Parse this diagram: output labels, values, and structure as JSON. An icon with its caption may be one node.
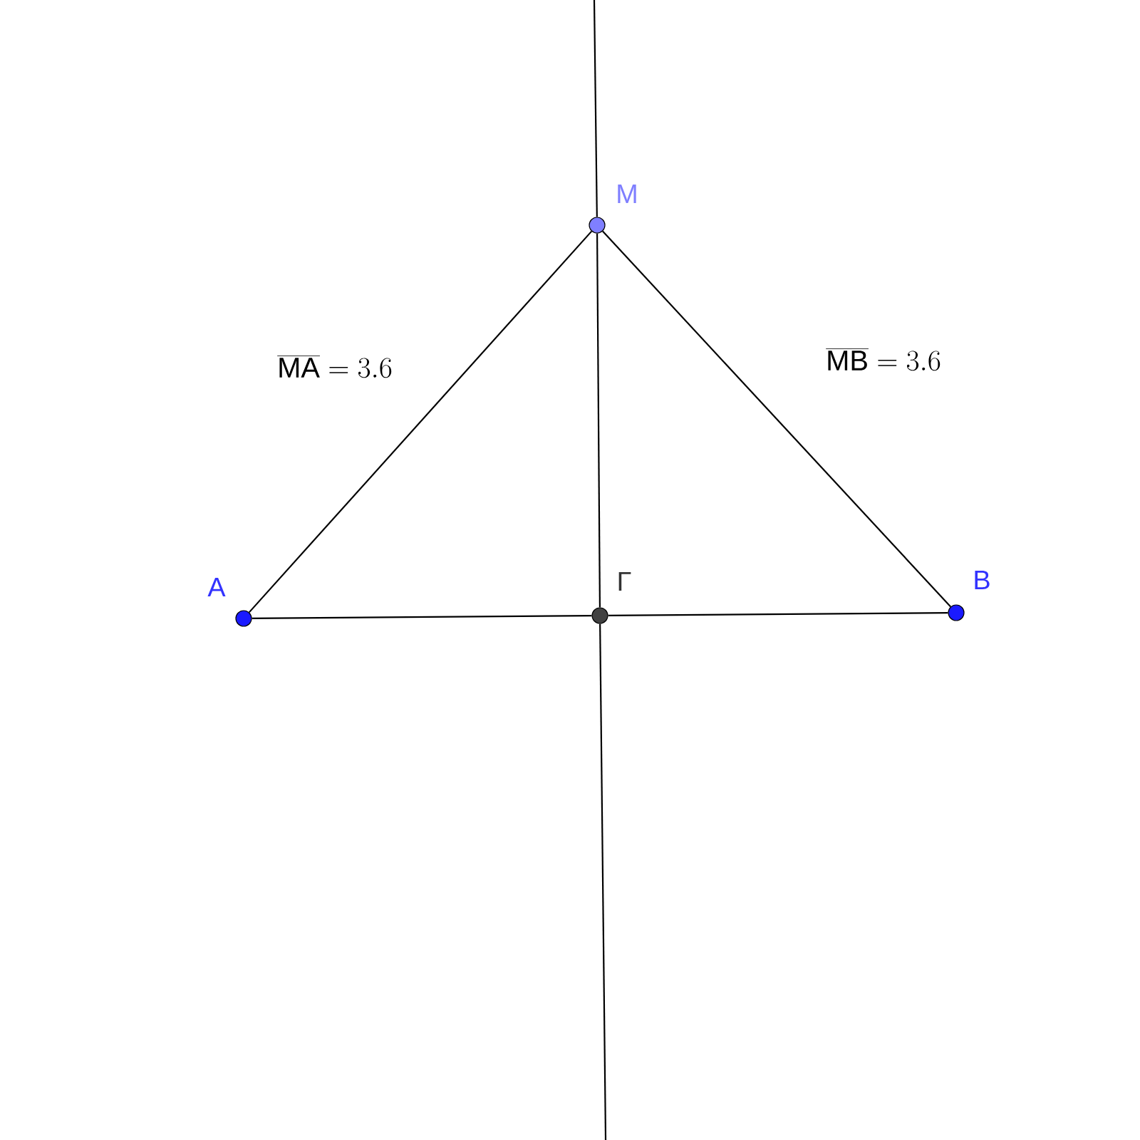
{
  "diagram": {
    "nodes": [
      {
        "text": [
          "M"
        ]
      },
      {
        "text": [
          "A"
        ]
      },
      {
        "text": [
          "Γ"
        ]
      },
      {
        "text": [
          "B"
        ]
      }
    ],
    "edges": [
      {
        "from": null,
        "to": 0,
        "arrow": "none"
      },
      {
        "from": 0,
        "to": 1,
        "arrow": "none",
        "label": "\\overline{\\mathsf{MA}} = 3.6"
      },
      {
        "from": 0,
        "to": 3,
        "arrow": "none",
        "label": "\\overline{\\mathsf{MB}} = 3.6"
      },
      {
        "from": 1,
        "to": 2,
        "arrow": "none"
      },
      {
        "from": 2,
        "to": 3,
        "arrow": "none"
      },
      {
        "from": 0,
        "to": 2,
        "arrow": "none"
      },
      {
        "from": 2,
        "to": null,
        "arrow": "none"
      }
    ]
  }
}
